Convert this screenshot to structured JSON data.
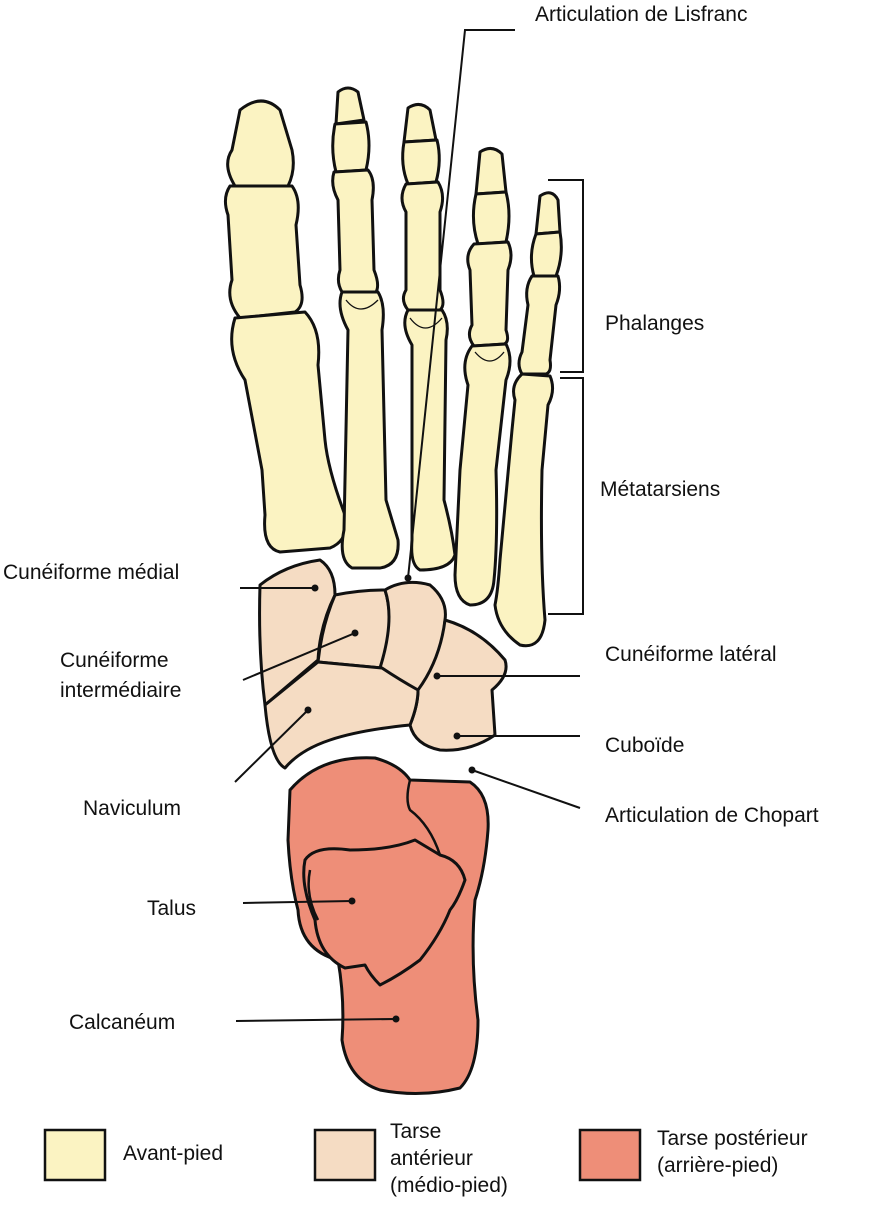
{
  "title": "Squelette du pied",
  "labels": {
    "lisfranc": "Articulation de Lisfranc",
    "phalanges": "Phalanges",
    "metatarsiens": "Métatarsiens",
    "cuneiforme_medial": "Cunéiforme médial",
    "cuneiforme_intermediaire_1": "Cunéiforme",
    "cuneiforme_intermediaire_2": "intermédiaire",
    "naviculum": "Naviculum",
    "cuneiforme_lateral": "Cunéiforme latéral",
    "cuboide": "Cuboïde",
    "chopart": "Articulation de Chopart",
    "talus": "Talus",
    "calcaneum": "Calcanéum"
  },
  "legend": [
    {
      "lines": [
        "Avant-pied"
      ],
      "color": "#FBF3C2"
    },
    {
      "lines": [
        "Tarse",
        "antérieur",
        "(médio-pied)"
      ],
      "color": "#F5DCC3"
    },
    {
      "lines": [
        "Tarse postérieur",
        "(arrière-pied)"
      ],
      "color": "#EE8E78"
    }
  ]
}
